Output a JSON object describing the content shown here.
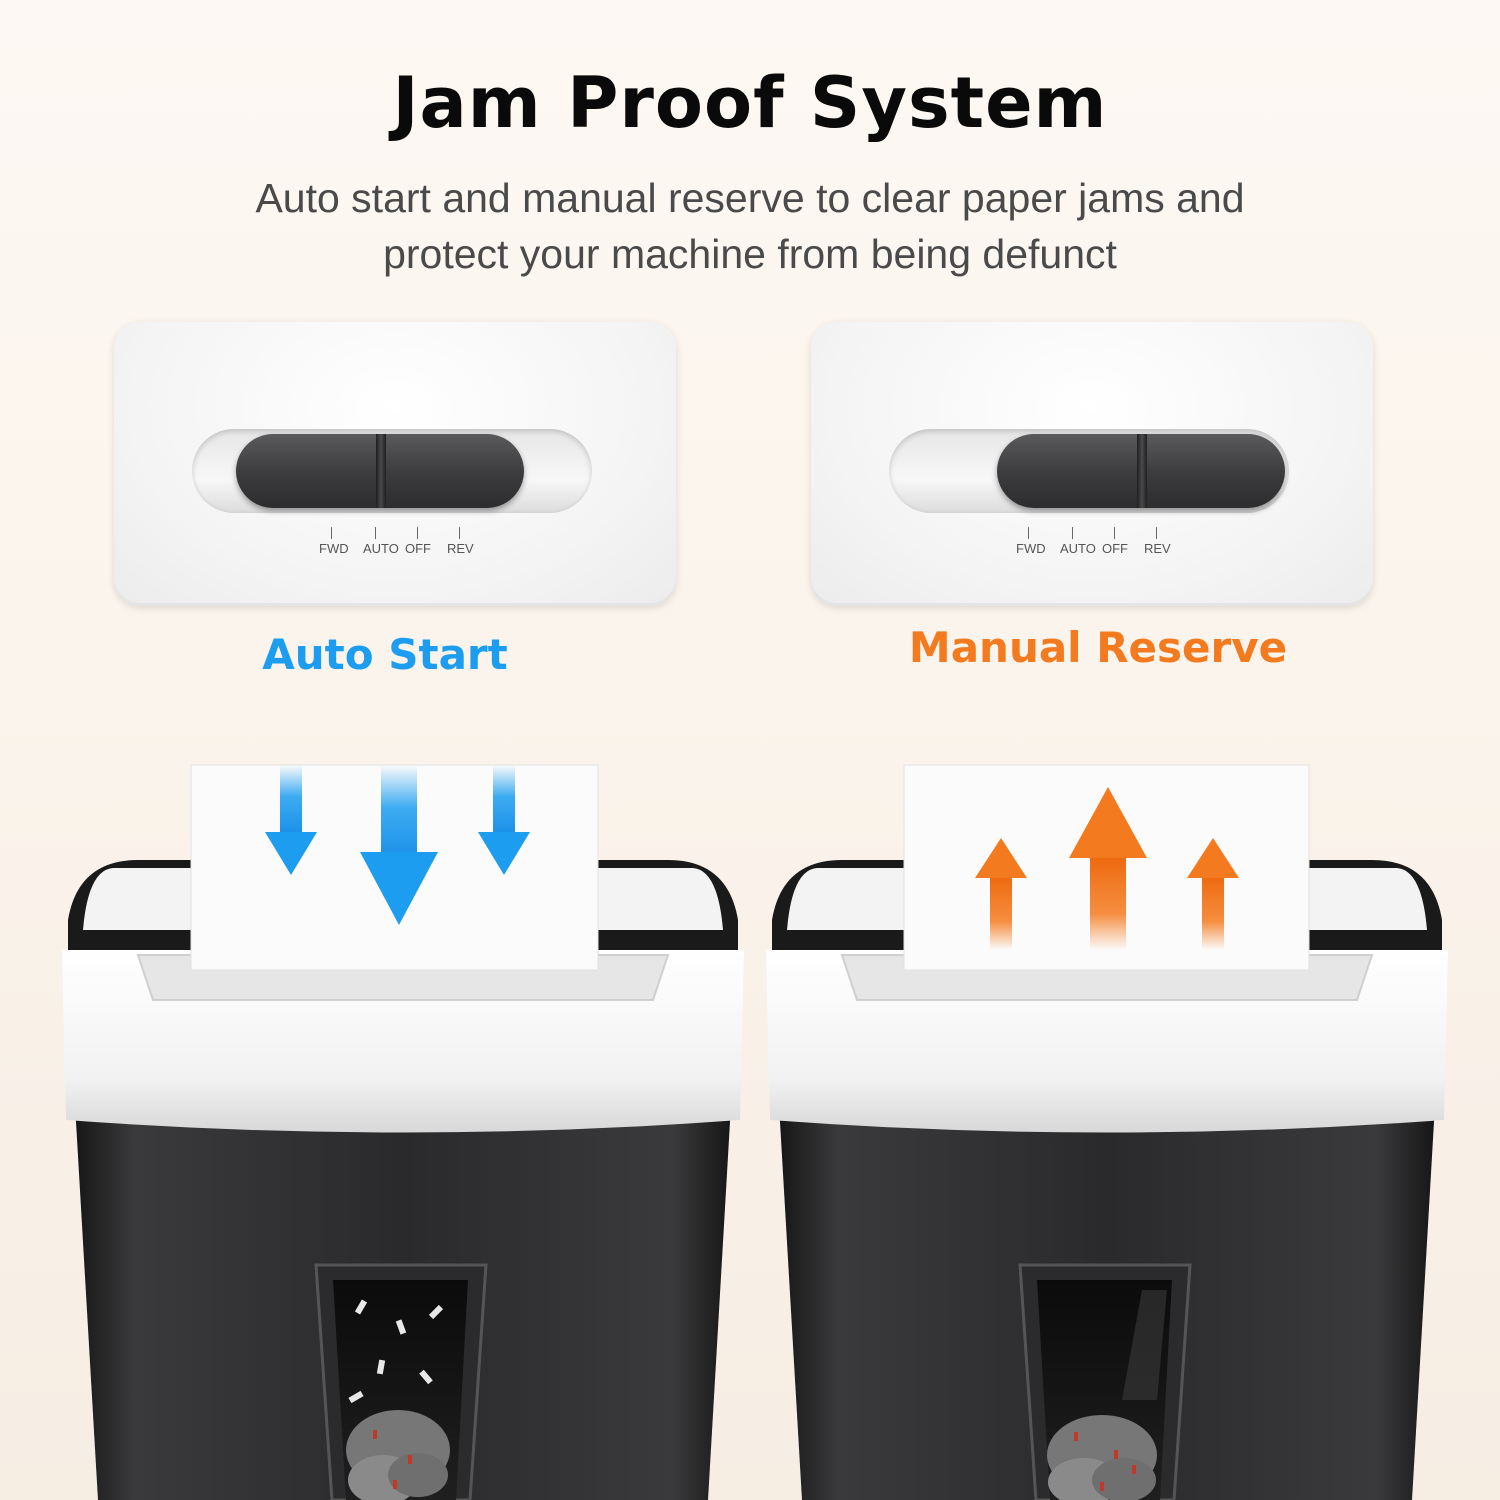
{
  "header": {
    "title": "Jam Proof System",
    "subtitle_line1": "Auto start and manual reserve to clear paper jams and",
    "subtitle_line2": "protect your machine from being defunct"
  },
  "panels": [
    {
      "mode_label": "Auto Start",
      "switch_position": "AUTO",
      "positions": [
        "FWD",
        "AUTO",
        "OFF",
        "REV"
      ],
      "arrow_direction": "down",
      "arrow_color": "#1c9df0"
    },
    {
      "mode_label": "Manual Reserve",
      "switch_position": "REV",
      "positions": [
        "FWD",
        "AUTO",
        "OFF",
        "REV"
      ],
      "arrow_direction": "up",
      "arrow_color": "#f47a1f"
    }
  ],
  "colors": {
    "auto_accent": "#1c9df0",
    "manual_accent": "#f47a1f",
    "title": "#0a0a0a",
    "subtitle": "#4a4a4a"
  }
}
